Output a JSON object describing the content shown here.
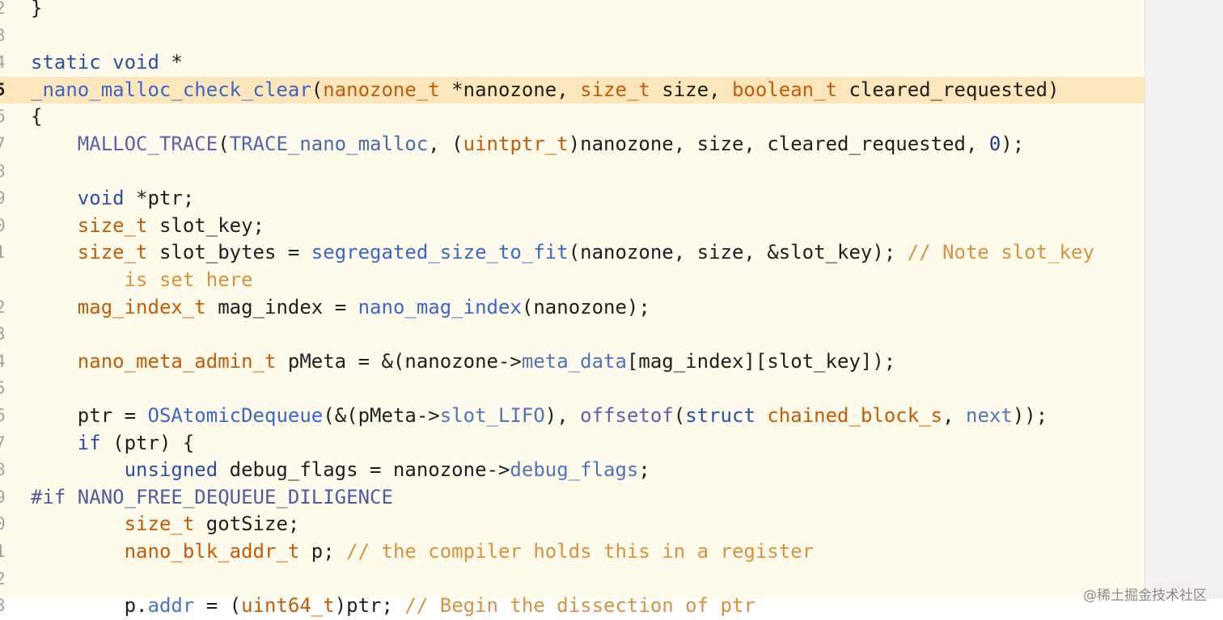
{
  "editor": {
    "lines": [
      {
        "n": "2",
        "code": [
          {
            "t": "plain",
            "v": "}"
          }
        ]
      },
      {
        "n": "3",
        "code": []
      },
      {
        "n": "4",
        "code": [
          {
            "t": "kw",
            "v": "static"
          },
          {
            "t": "plain",
            "v": " "
          },
          {
            "t": "kw",
            "v": "void"
          },
          {
            "t": "plain",
            "v": " *"
          }
        ]
      },
      {
        "n": "5",
        "hl": true,
        "code": [
          {
            "t": "fn",
            "v": "_nano_malloc_check_clear"
          },
          {
            "t": "plain",
            "v": "("
          },
          {
            "t": "ty",
            "v": "nanozone_t"
          },
          {
            "t": "plain",
            "v": " *nanozone, "
          },
          {
            "t": "ty",
            "v": "size_t"
          },
          {
            "t": "plain",
            "v": " size, "
          },
          {
            "t": "ty",
            "v": "boolean_t"
          },
          {
            "t": "plain",
            "v": " cleared_requested)"
          }
        ]
      },
      {
        "n": "6",
        "code": [
          {
            "t": "plain",
            "v": "{"
          }
        ]
      },
      {
        "n": "7",
        "code": [
          {
            "t": "plain",
            "v": "    "
          },
          {
            "t": "mac",
            "v": "MALLOC_TRACE"
          },
          {
            "t": "plain",
            "v": "("
          },
          {
            "t": "fn2",
            "v": "TRACE_nano_malloc"
          },
          {
            "t": "plain",
            "v": ", ("
          },
          {
            "t": "ty",
            "v": "uintptr_t"
          },
          {
            "t": "plain",
            "v": ")nanozone, size, cleared_requested, "
          },
          {
            "t": "num",
            "v": "0"
          },
          {
            "t": "plain",
            "v": ");"
          }
        ]
      },
      {
        "n": "8",
        "code": []
      },
      {
        "n": "9",
        "code": [
          {
            "t": "plain",
            "v": "    "
          },
          {
            "t": "kw",
            "v": "void"
          },
          {
            "t": "plain",
            "v": " *ptr;"
          }
        ]
      },
      {
        "n": "0",
        "code": [
          {
            "t": "plain",
            "v": "    "
          },
          {
            "t": "ty",
            "v": "size_t"
          },
          {
            "t": "plain",
            "v": " slot_key;"
          }
        ]
      },
      {
        "n": "1",
        "code": [
          {
            "t": "plain",
            "v": "    "
          },
          {
            "t": "ty",
            "v": "size_t"
          },
          {
            "t": "plain",
            "v": " slot_bytes = "
          },
          {
            "t": "fn",
            "v": "segregated_size_to_fit"
          },
          {
            "t": "plain",
            "v": "(nanozone, size, &slot_key); "
          },
          {
            "t": "cm",
            "v": "// Note slot_key"
          }
        ]
      },
      {
        "n": "",
        "code": [
          {
            "t": "plain",
            "v": "        "
          },
          {
            "t": "cm",
            "v": "is set here"
          }
        ]
      },
      {
        "n": "2",
        "code": [
          {
            "t": "plain",
            "v": "    "
          },
          {
            "t": "ty",
            "v": "mag_index_t"
          },
          {
            "t": "plain",
            "v": " mag_index = "
          },
          {
            "t": "fn",
            "v": "nano_mag_index"
          },
          {
            "t": "plain",
            "v": "(nanozone);"
          }
        ]
      },
      {
        "n": "3",
        "code": []
      },
      {
        "n": "4",
        "code": [
          {
            "t": "plain",
            "v": "    "
          },
          {
            "t": "ty",
            "v": "nano_meta_admin_t"
          },
          {
            "t": "plain",
            "v": " pMeta = &(nanozone->"
          },
          {
            "t": "mem",
            "v": "meta_data"
          },
          {
            "t": "plain",
            "v": "[mag_index][slot_key]);"
          }
        ]
      },
      {
        "n": "5",
        "code": []
      },
      {
        "n": "6",
        "code": [
          {
            "t": "plain",
            "v": "    ptr = "
          },
          {
            "t": "fn",
            "v": "OSAtomicDequeue"
          },
          {
            "t": "plain",
            "v": "(&(pMeta->"
          },
          {
            "t": "mem",
            "v": "slot_LIFO"
          },
          {
            "t": "plain",
            "v": "), "
          },
          {
            "t": "mac",
            "v": "offsetof"
          },
          {
            "t": "plain",
            "v": "("
          },
          {
            "t": "kw",
            "v": "struct"
          },
          {
            "t": "plain",
            "v": " "
          },
          {
            "t": "ty",
            "v": "chained_block_s"
          },
          {
            "t": "plain",
            "v": ", "
          },
          {
            "t": "mem",
            "v": "next"
          },
          {
            "t": "plain",
            "v": "));"
          }
        ]
      },
      {
        "n": "7",
        "code": [
          {
            "t": "plain",
            "v": "    "
          },
          {
            "t": "kw",
            "v": "if"
          },
          {
            "t": "plain",
            "v": " (ptr) {"
          }
        ]
      },
      {
        "n": "8",
        "code": [
          {
            "t": "plain",
            "v": "        "
          },
          {
            "t": "kw",
            "v": "unsigned"
          },
          {
            "t": "plain",
            "v": " debug_flags = nanozone->"
          },
          {
            "t": "mem",
            "v": "debug_flags"
          },
          {
            "t": "plain",
            "v": ";"
          }
        ]
      },
      {
        "n": "9",
        "code": [
          {
            "t": "pp",
            "v": "#if NANO_FREE_DEQUEUE_DILIGENCE"
          }
        ]
      },
      {
        "n": "0",
        "code": [
          {
            "t": "plain",
            "v": "        "
          },
          {
            "t": "ty",
            "v": "size_t"
          },
          {
            "t": "plain",
            "v": " gotSize;"
          }
        ]
      },
      {
        "n": "1",
        "code": [
          {
            "t": "plain",
            "v": "        "
          },
          {
            "t": "ty",
            "v": "nano_blk_addr_t"
          },
          {
            "t": "plain",
            "v": " p; "
          },
          {
            "t": "cm",
            "v": "// the compiler holds this in a register"
          }
        ]
      },
      {
        "n": "2",
        "code": []
      },
      {
        "n": "3",
        "code": [
          {
            "t": "plain",
            "v": "        p."
          },
          {
            "t": "mem",
            "v": "addr"
          },
          {
            "t": "plain",
            "v": " = ("
          },
          {
            "t": "ty",
            "v": "uint64_t"
          },
          {
            "t": "plain",
            "v": ")ptr; "
          },
          {
            "t": "cm",
            "v": "// Begin the dissection of ptr"
          }
        ]
      }
    ]
  },
  "watermark": "@稀土掘金技术社区"
}
